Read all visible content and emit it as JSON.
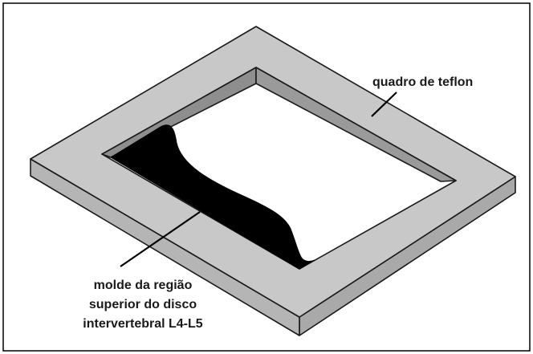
{
  "figure": {
    "labels": {
      "frame": "quadro de teflon",
      "mold_line1": "molde da região",
      "mold_line2": "superior do disco",
      "mold_line3": "intervertebral L4-L5"
    },
    "colors": {
      "frame_top": "#c8c8c8",
      "frame_side": "#a9a9a9",
      "inner_wall": "#8e8e8e",
      "mold": "#000000",
      "outline": "#1a1a1a",
      "border": "#000000"
    }
  }
}
